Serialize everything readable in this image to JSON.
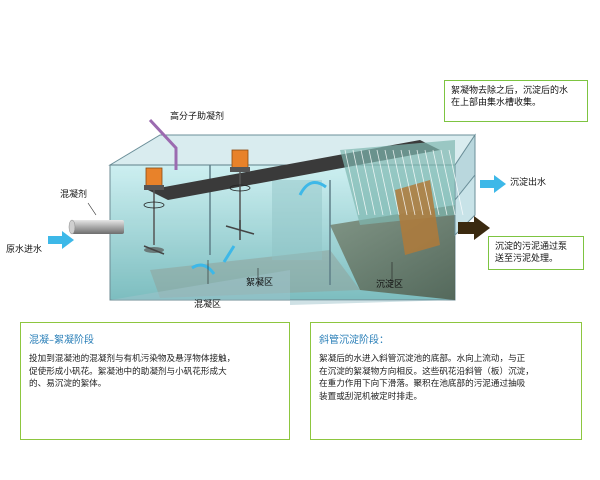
{
  "labels": {
    "polymer": "高分子助凝剂",
    "coagulant": "混凝剂",
    "raw_water": "原水进水",
    "flocculation_zone": "絮凝区",
    "coagulation_tank": "混凝区",
    "settling_zone": "沉淀区",
    "clear_water_out": "沉淀出水"
  },
  "notes": {
    "top_right": [
      "絮凝物去除之后，沉淀后的水",
      "在上部由集水槽收集。"
    ],
    "sludge": [
      "沉淀的污泥通过泵",
      "送至污泥处理。"
    ]
  },
  "panels": {
    "left": {
      "title": "混凝–絮凝阶段",
      "lines": [
        "投加到混凝池的混凝剂与有机污染物及悬浮物体接触，",
        "促使形成小矾花。絮凝池中的助凝剂与小矾花形成大",
        "的、易沉淀的絮体。"
      ]
    },
    "right": {
      "title": "斜管沉淀阶段：",
      "lines": [
        "絮凝后的水进入斜管沉淀池的底部。水向上流动，与正",
        "在沉淀的絮凝物方向相反。这些矾花沿斜管（板）沉淀，",
        "在重力作用下向下滑落。聚积在池底部的污泥通过抽吸",
        "装置或刮泥机被定时排走。"
      ]
    }
  },
  "colors": {
    "water": "#a8e0e4",
    "tank_wall": "#9fc3cc",
    "arrow_water": "#3db8e8",
    "arrow_sludge": "#3b2a10",
    "motor": "#e8822a",
    "panel_border": "#8dc63f",
    "panel_title": "#2a7fb8"
  },
  "icons": [
    "motor-icon",
    "mixer-icon",
    "flow-arrow-icon",
    "sludge-arrow-icon",
    "inclined-tubes-icon"
  ]
}
